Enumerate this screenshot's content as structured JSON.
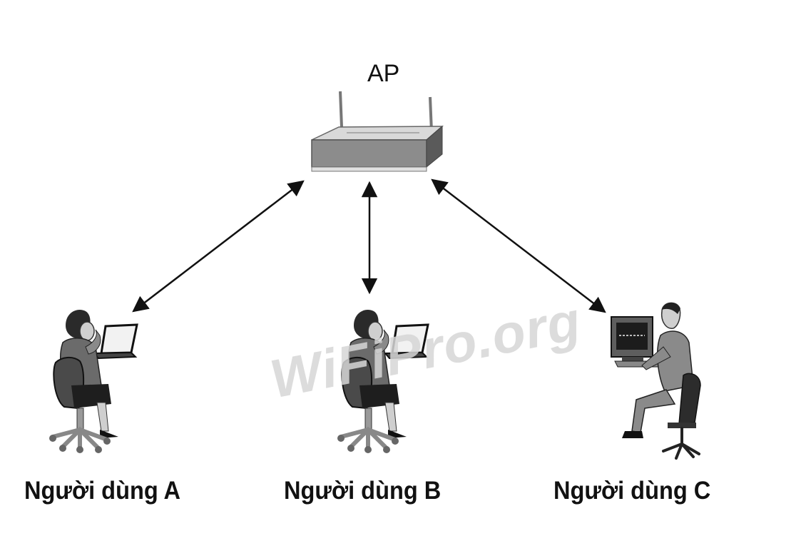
{
  "diagram": {
    "access_point": {
      "label": "AP",
      "icon": "wireless-access-point-icon"
    },
    "users": [
      {
        "label": "Người dùng A",
        "icon": "person-with-laptop-icon"
      },
      {
        "label": "Người dùng B",
        "icon": "person-with-laptop-icon"
      },
      {
        "label": "Người dùng C",
        "icon": "person-at-desktop-icon"
      }
    ],
    "connections": [
      {
        "from": "AP",
        "to": "Người dùng A",
        "type": "bidirectional"
      },
      {
        "from": "AP",
        "to": "Người dùng B",
        "type": "bidirectional"
      },
      {
        "from": "AP",
        "to": "Người dùng C",
        "type": "bidirectional"
      }
    ],
    "watermark": "WiFiPro.org",
    "colors": {
      "ink": "#111111",
      "device_gray": "#8a8a8a",
      "watermark": "#d6d6d6"
    }
  }
}
